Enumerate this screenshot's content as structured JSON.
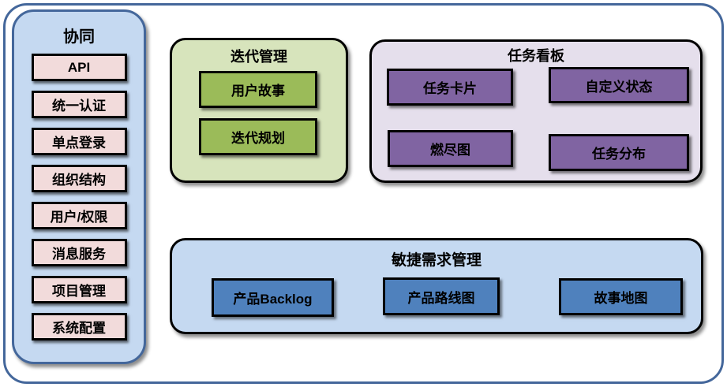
{
  "sidebar": {
    "title": "协同",
    "items": [
      "API",
      "统一认证",
      "单点登录",
      "组织结构",
      "用户/权限",
      "消息服务",
      "项目管理",
      "系统配置"
    ]
  },
  "groups": {
    "iteration": {
      "title": "迭代管理",
      "items": [
        "用户故事",
        "迭代规划"
      ]
    },
    "taskboard": {
      "title": "任务看板",
      "items": [
        "任务卡片",
        "自定义状态",
        "燃尽图",
        "任务分布"
      ]
    },
    "agile": {
      "title": "敏捷需求管理",
      "items": [
        "产品Backlog",
        "产品路线图",
        "故事地图"
      ]
    }
  },
  "colors": {
    "frame_border": "#44679B",
    "sidebar_fill": "#C5D9F1",
    "sidebar_border": "#44679B",
    "pink_fill": "#F2DBDB",
    "green_container": "#D7E4BC",
    "green_box": "#9BBB59",
    "purple_container": "#E5DFEC",
    "purple_box": "#8064A2",
    "blue_container": "#C5D9F1",
    "blue_box": "#4F81BD",
    "box_border": "#000000"
  }
}
